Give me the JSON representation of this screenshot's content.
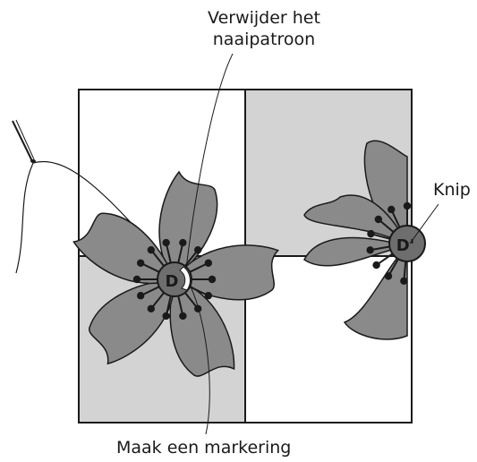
{
  "labels": {
    "remove_pattern_line1": "Verwijder het",
    "remove_pattern_line2": "naaipatroon",
    "cut": "Knip",
    "mark": "Maak een markering"
  },
  "center_marks": {
    "left_flower": "D",
    "right_flower": "D'"
  },
  "colors": {
    "block_shaded": "#d3d3d3",
    "block_white": "#ffffff",
    "petal_fill": "#8a8a8a",
    "center_fill": "#6e6e6e",
    "line": "#1a1a1a"
  }
}
